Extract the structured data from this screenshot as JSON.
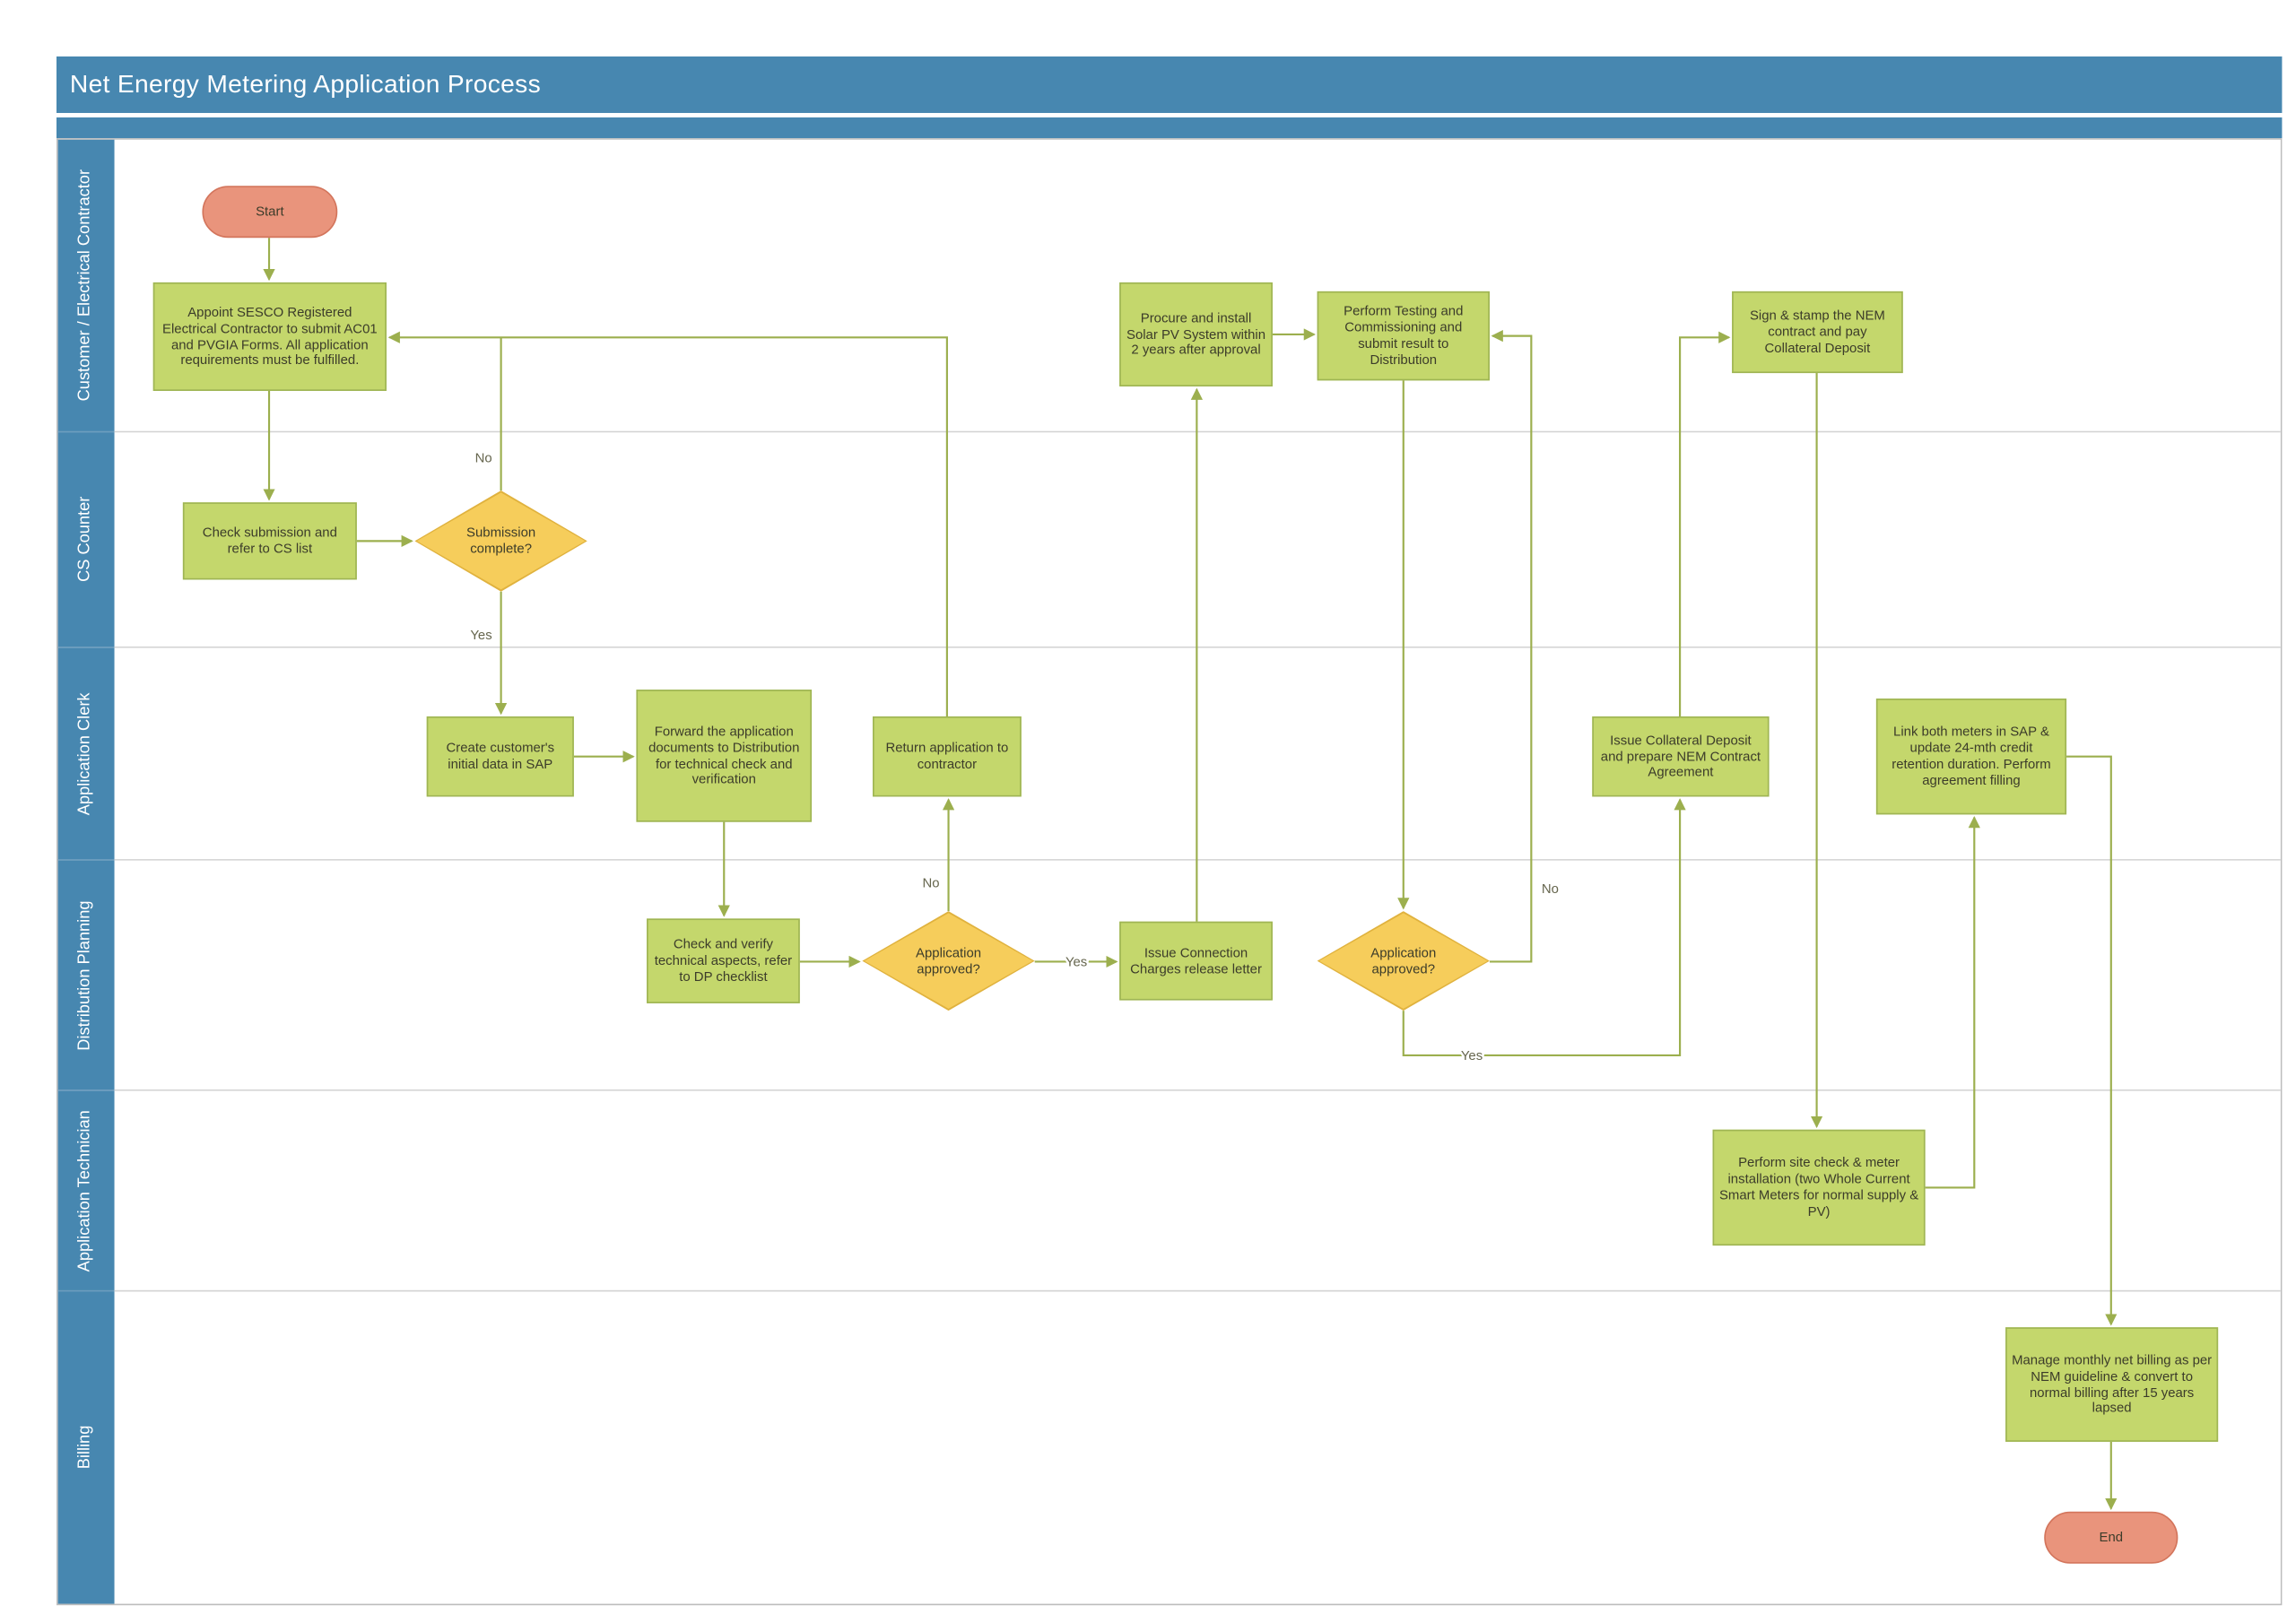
{
  "title": "Net Energy Metering Application Process",
  "lanes": [
    {
      "label": "Customer / Electrical Contractor"
    },
    {
      "label": "CS Counter"
    },
    {
      "label": "Application Clerk"
    },
    {
      "label": "Distribution Planning"
    },
    {
      "label": "Application Technician"
    },
    {
      "label": "Billing"
    }
  ],
  "nodes": {
    "start": "Start",
    "appoint": "Appoint SESCO Registered Electrical Contractor to submit AC01 and PVGIA Forms. All application requirements must be fulfilled.",
    "check_submission": "Check submission and refer to CS list",
    "submission_complete": "Submission complete?",
    "create_initial": "Create customer's initial data in SAP",
    "forward_docs": "Forward the application documents to Distribution for technical check and verification",
    "return_application": "Return application to contractor",
    "check_verify": "Check and verify technical aspects, refer to DP checklist",
    "application_approved_1": "Application approved?",
    "issue_connection": "Issue Connection Charges release letter",
    "procure_install": "Procure and install Solar PV System within 2 years after approval",
    "perform_testing": "Perform Testing and Commissioning and submit result to Distribution",
    "application_approved_2": "Application approved?",
    "issue_collateral": "Issue Collateral Deposit and prepare NEM Contract Agreement",
    "sign_stamp": "Sign & stamp the NEM contract and pay Collateral Deposit",
    "perform_site_check": "Perform site check & meter installation (two Whole Current Smart Meters for normal supply & PV)",
    "link_meters": "Link both meters in SAP & update 24-mth credit retention duration. Perform agreement filling",
    "manage_billing": "Manage monthly net billing as per NEM guideline & convert to normal billing after 15 years lapsed",
    "end": "End"
  },
  "edge_labels": {
    "submission_no": "No",
    "submission_yes": "Yes",
    "approved1_no": "No",
    "approved1_yes": "Yes",
    "approved2_no": "No",
    "approved2_yes": "Yes"
  },
  "colors": {
    "header": "#4787B0",
    "process_fill": "#C4D76C",
    "process_border": "#9FB554",
    "decision_fill": "#F6CD5B",
    "decision_border": "#E0B23E",
    "terminator_fill": "#E9947C",
    "terminator_border": "#D3755C",
    "connector": "#9CAF4E"
  }
}
